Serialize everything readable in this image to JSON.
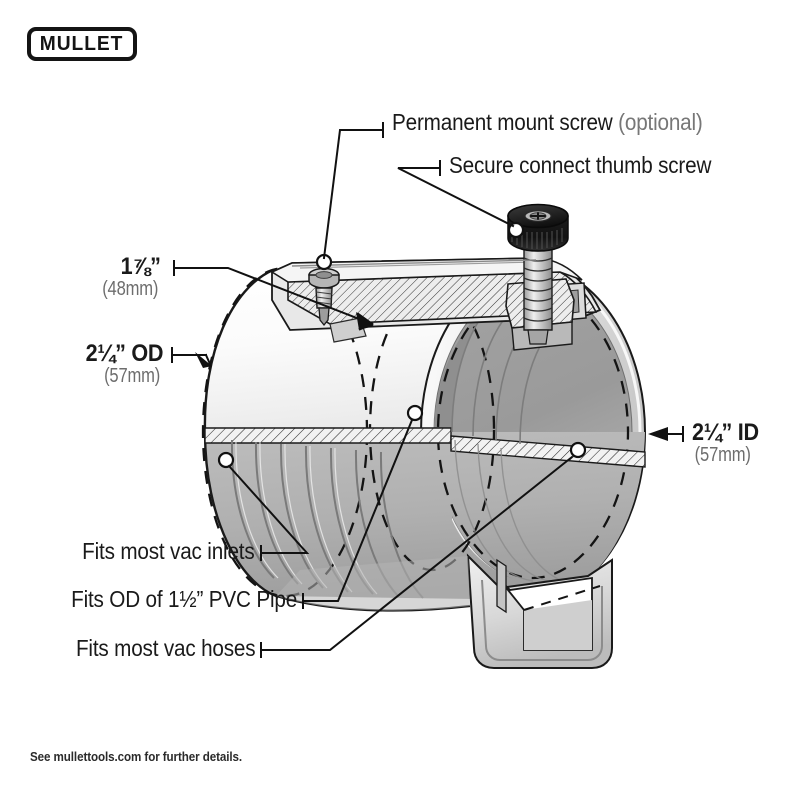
{
  "brand": {
    "logo_text": "MULLET",
    "logo_name": "mullet-logo"
  },
  "footer": {
    "text": "See mullettools.com for further details."
  },
  "callouts": {
    "permanent_mount_screw": {
      "text": "Permanent mount screw",
      "suffix": "(optional)",
      "align": "left"
    },
    "secure_connect_thumb_screw": {
      "text": "Secure connect thumb screw",
      "align": "left"
    },
    "fits_vac_inlets": {
      "text": "Fits most vac inlets",
      "align": "right"
    },
    "fits_pvc_pipe": {
      "text": "Fits OD of 1½” PVC Pipe",
      "align": "right"
    },
    "fits_vac_hoses": {
      "text": "Fits most vac hoses",
      "align": "right"
    }
  },
  "dimensions": {
    "flange_width": {
      "value": "1⅞”",
      "metric": "(48mm)",
      "align": "right"
    },
    "outer_diameter": {
      "value": "2¼” OD",
      "metric": "(57mm)",
      "align": "right"
    },
    "inner_diameter": {
      "value": "2¼” ID",
      "metric": "(57mm)",
      "align": "left"
    }
  },
  "colors": {
    "ink": "#1a1a1a",
    "muted_text": "#777777",
    "line": "#111111",
    "body_light": "#fafafa",
    "body_mid": "#d2d2d2",
    "body_dark": "#9a9a9a",
    "body_deep": "#8a8a8a",
    "knob_dark": "#1c1c1c",
    "hatch": "#dcdcdc"
  },
  "product": {
    "type": "cutaway-section-view",
    "parts": [
      "cylindrical-adapter-body",
      "top-clamp-flange",
      "thumb-screw-knob",
      "permanent-mount-screw",
      "bottom-mounting-bracket"
    ]
  }
}
